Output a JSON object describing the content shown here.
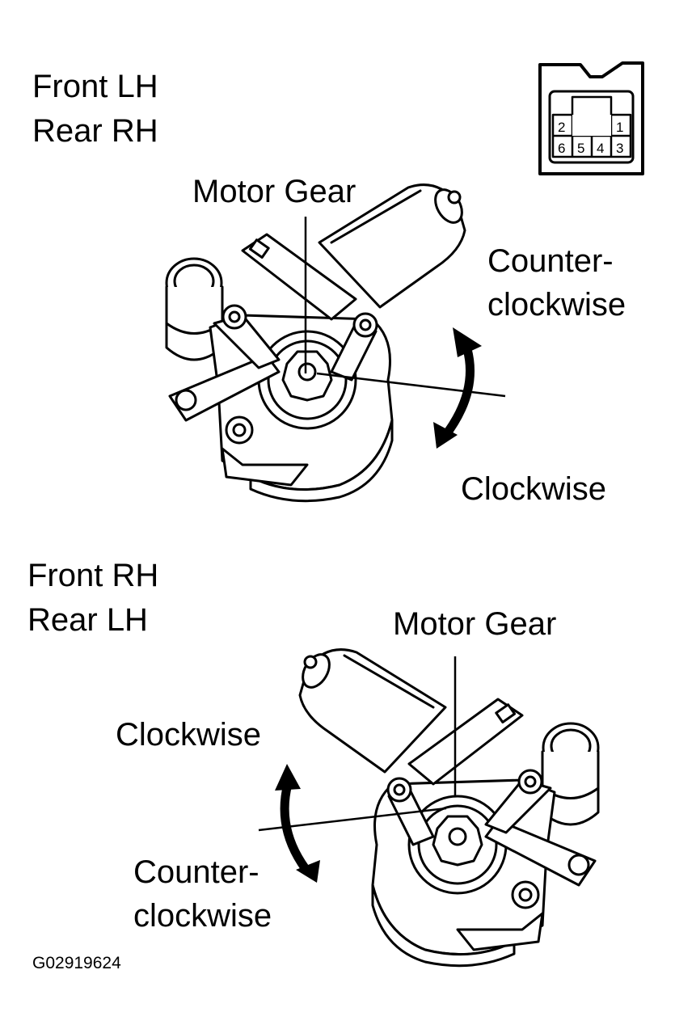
{
  "top": {
    "heading": [
      "Front LH",
      "Rear RH"
    ],
    "gear_label": "Motor Gear",
    "upper_direction": [
      "Counter-",
      "clockwise"
    ],
    "lower_direction": "Clockwise"
  },
  "bottom": {
    "heading": [
      "Front RH",
      "Rear LH"
    ],
    "gear_label": "Motor Gear",
    "upper_direction": "Clockwise",
    "lower_direction": [
      "Counter-",
      "clockwise"
    ]
  },
  "connector": {
    "pins_top": [
      "2",
      "1"
    ],
    "pins_bottom": [
      "6",
      "5",
      "4",
      "3"
    ]
  },
  "figure_code": "G02919624",
  "icons": [
    "connector-icon",
    "window-motor-drawing",
    "rotation-arrow-icon"
  ]
}
